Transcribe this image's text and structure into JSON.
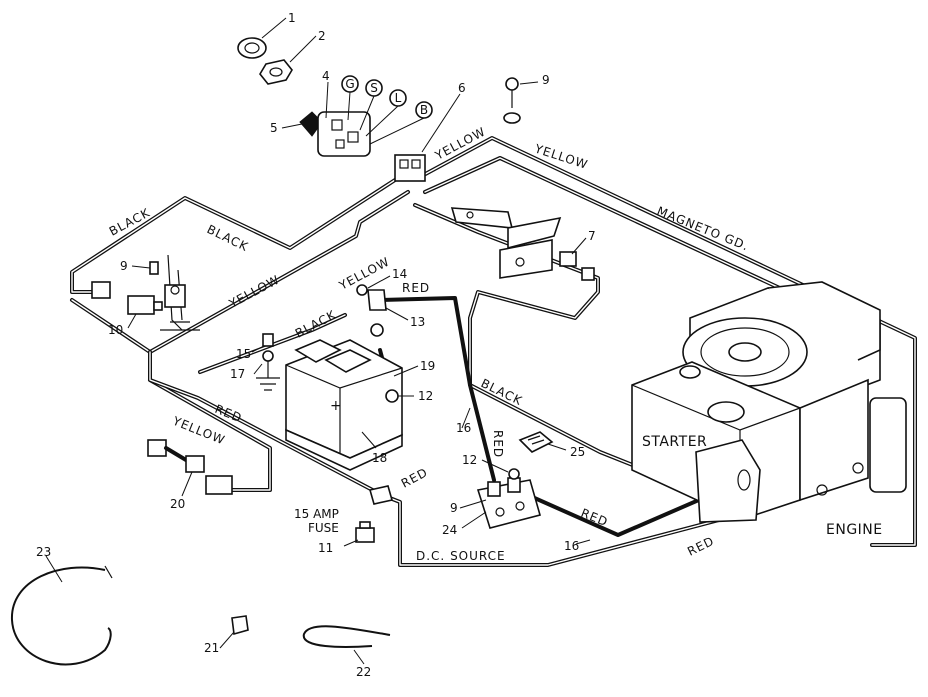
{
  "wire_labels": {
    "yellow_top": "YELLOW",
    "yellow_diag": "YELLOW",
    "magneto": "MAGNETO GD.",
    "black_left": "BLACK",
    "black_mid": "BLACK",
    "yellow_left": "YELLOW",
    "black_batt": "BLACK",
    "yellow_14": "YELLOW",
    "red_top": "RED",
    "black_center": "BLACK",
    "red_vert": "RED",
    "red_left": "RED",
    "yellow_lower": "YELLOW",
    "red_fuse": "RED",
    "red_16": "RED",
    "red_engine": "RED"
  },
  "components": {
    "starter": "STARTER",
    "engine": "ENGINE",
    "fuse_line1": "15 AMP",
    "fuse_line2": "FUSE",
    "dc_source": "D.C. SOURCE"
  },
  "terminals": {
    "g": "G",
    "s": "S",
    "l": "L",
    "b": "B"
  },
  "callouts": {
    "n1": "1",
    "n2": "2",
    "n4": "4",
    "n5": "5",
    "n6": "6",
    "n9_top": "9",
    "n7": "7",
    "n9_left": "9",
    "n10": "10",
    "n14": "14",
    "n13": "13",
    "n15": "15",
    "n17": "17",
    "n19": "19",
    "n12_batt": "12",
    "n16_a": "16",
    "n18": "18",
    "n12_sol": "12",
    "n25": "25",
    "n9_sol": "9",
    "n24": "24",
    "n16_b": "16",
    "n20": "20",
    "n11": "11",
    "n23": "23",
    "n21": "21",
    "n22": "22"
  }
}
